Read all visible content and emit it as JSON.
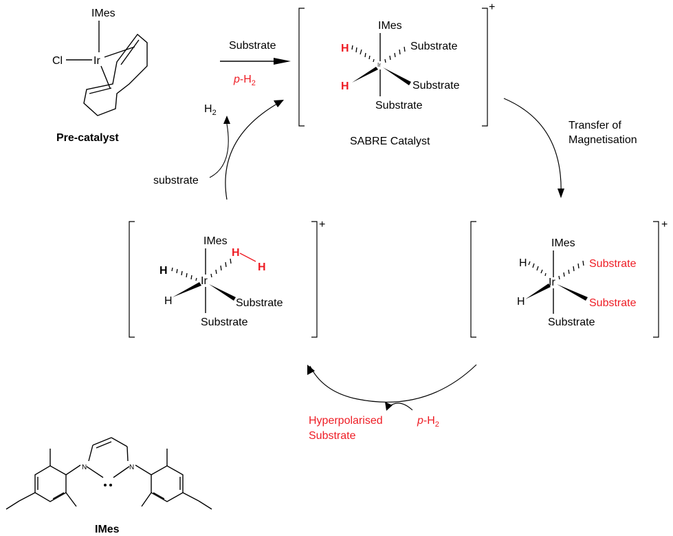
{
  "colors": {
    "ink": "#000000",
    "highlight": "#ee1c24"
  },
  "precatalyst": {
    "ligand": "IMes",
    "chloride": "Cl",
    "metal": "Ir",
    "caption": "Pre-catalyst"
  },
  "step1": {
    "reagent": "Substrate",
    "p_prefix": "p",
    "h2_base": "-H",
    "h2_sub": "2"
  },
  "sabre": {
    "ligand": "IMes",
    "hydride": "H",
    "substrate": "Substrate",
    "metal": "Ir",
    "charge": "+",
    "caption": "SABRE Catalyst"
  },
  "transfer": {
    "line1": "Transfer of",
    "line2": "Magnetisation"
  },
  "right_complex": {
    "ligand": "IMes",
    "hydride": "H",
    "metal": "Ir",
    "substrate": "Substrate",
    "charge": "+"
  },
  "bottom_step": {
    "product_line1": "Hyperpolarised",
    "product_line2": "Substrate",
    "p_prefix": "p",
    "h2_base": "-H",
    "h2_sub": "2"
  },
  "left_complex": {
    "ligand": "IMes",
    "hydride": "H",
    "metal": "Ir",
    "substrate": "Substrate",
    "charge": "+"
  },
  "left_step": {
    "incoming": "substrate",
    "h2_base": "H",
    "h2_sub": "2"
  },
  "imes_structure": {
    "caption": "IMes",
    "nitrogen": "N"
  }
}
